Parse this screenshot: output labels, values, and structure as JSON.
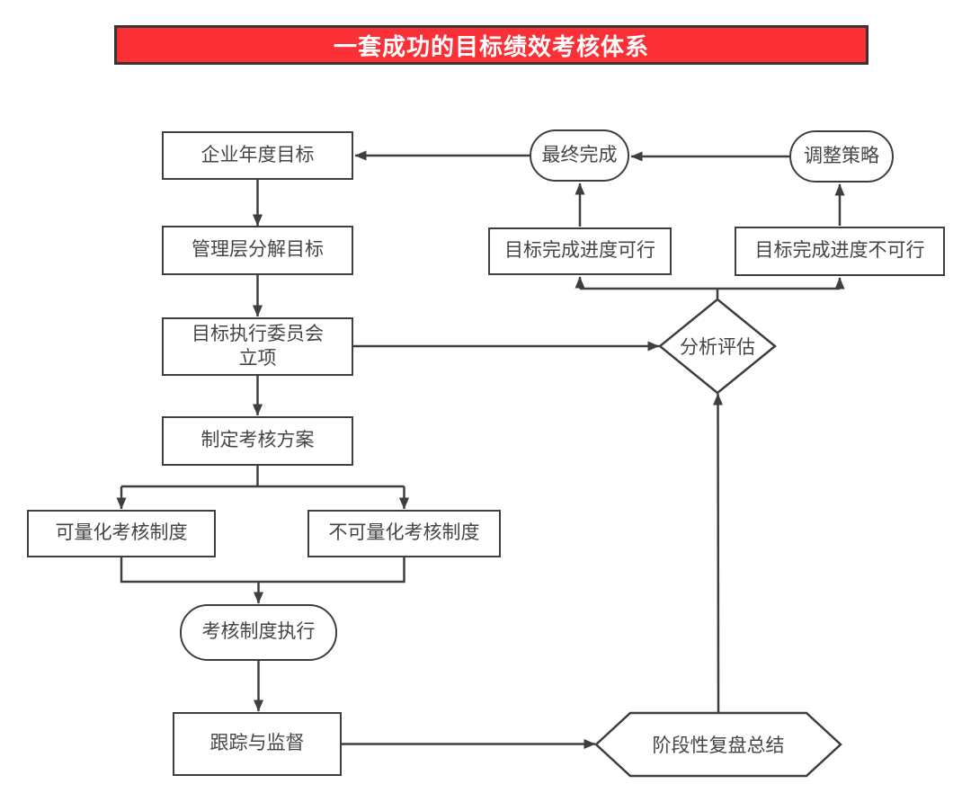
{
  "title": "一套成功的目标绩效考核体系",
  "flowchart": {
    "nodes": {
      "annual_goal": {
        "label": "企业年度目标",
        "shape": "rectangle"
      },
      "decompose": {
        "label": "管理层分解目标",
        "shape": "rectangle"
      },
      "committee": {
        "label": "目标执行委员会\n立项",
        "shape": "rectangle"
      },
      "plan": {
        "label": "制定考核方案",
        "shape": "rectangle"
      },
      "quantifiable": {
        "label": "可量化考核制度",
        "shape": "rectangle"
      },
      "non_quantifiable": {
        "label": "不可量化考核制度",
        "shape": "rectangle"
      },
      "execute": {
        "label": "考核制度执行",
        "shape": "stadium"
      },
      "track": {
        "label": "跟踪与监督",
        "shape": "rectangle"
      },
      "review": {
        "label": "阶段性复盘总结",
        "shape": "hexagon"
      },
      "analyze": {
        "label": "分析评估",
        "shape": "diamond"
      },
      "feasible": {
        "label": "目标完成进度可行",
        "shape": "rectangle"
      },
      "infeasible": {
        "label": "目标完成进度不可行",
        "shape": "rectangle"
      },
      "complete": {
        "label": "最终完成",
        "shape": "stadium"
      },
      "adjust": {
        "label": "调整策略",
        "shape": "stadium"
      }
    },
    "edges": [
      {
        "from": "企业年度目标",
        "to": "管理层分解目标"
      },
      {
        "from": "管理层分解目标",
        "to": "目标执行委员会立项"
      },
      {
        "from": "目标执行委员会立项",
        "to": "制定考核方案"
      },
      {
        "from": "目标执行委员会立项",
        "to": "分析评估"
      },
      {
        "from": "制定考核方案",
        "to": "可量化考核制度"
      },
      {
        "from": "制定考核方案",
        "to": "不可量化考核制度"
      },
      {
        "from": "可量化考核制度",
        "to": "考核制度执行"
      },
      {
        "from": "不可量化考核制度",
        "to": "考核制度执行"
      },
      {
        "from": "考核制度执行",
        "to": "跟踪与监督"
      },
      {
        "from": "跟踪与监督",
        "to": "阶段性复盘总结"
      },
      {
        "from": "阶段性复盘总结",
        "to": "分析评估"
      },
      {
        "from": "分析评估",
        "to": "目标完成进度可行"
      },
      {
        "from": "分析评估",
        "to": "目标完成进度不可行"
      },
      {
        "from": "目标完成进度可行",
        "to": "最终完成"
      },
      {
        "from": "目标完成进度不可行",
        "to": "调整策略"
      },
      {
        "from": "调整策略",
        "to": "最终完成"
      },
      {
        "from": "最终完成",
        "to": "企业年度目标"
      }
    ]
  },
  "colors": {
    "banner_fill": "#fb2f36",
    "banner_border": "#3a3431",
    "title_text": "#ffffff",
    "line": "#3e3e42",
    "node_text": "#454549",
    "background": "#ffffff"
  }
}
